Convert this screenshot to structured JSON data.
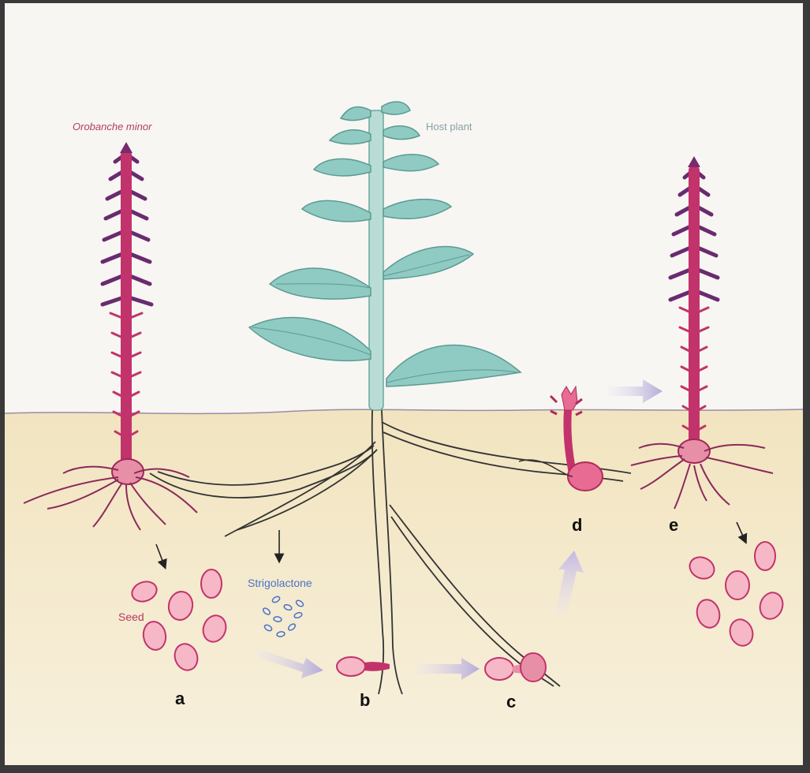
{
  "labels": {
    "orobanche": "Orobanche minor",
    "host": "Host plant",
    "strigolactone": "Strigolactone",
    "seed": "Seed"
  },
  "stages": {
    "a": "a",
    "b": "b",
    "c": "c",
    "d": "d",
    "e": "e"
  },
  "colors": {
    "sky": "#f7f6f3",
    "soil": "#f4ebcf",
    "parasite": "#c2336b",
    "parasite_dark": "#7a2a6e",
    "seed_fill": "#f3a9b9",
    "host_leaf": "#8fcbc2",
    "host_stem": "#bfe0d8",
    "strigolactone": "#4a72c8",
    "label_parasite": "#b73a63",
    "label_host": "#8a9fa8",
    "arrow_light": "#c7bfe0"
  }
}
